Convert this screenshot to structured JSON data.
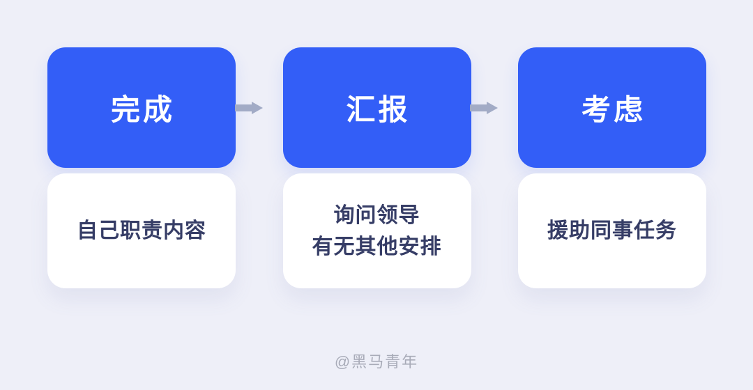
{
  "page": {
    "watermark": "@黑马青年"
  },
  "colors": {
    "background": "#EEEFF8",
    "primary_blue": "#335EF7",
    "card_white": "#FFFFFF",
    "body_text": "#363D66",
    "arrow_gray": "#A2ABC6",
    "watermark_gray": "#A8ABB8"
  },
  "cards": [
    {
      "title": "完成",
      "body_lines": [
        "自己职责内容"
      ]
    },
    {
      "title": "汇报",
      "body_lines": [
        "询问领导",
        "有无其他安排"
      ]
    },
    {
      "title": "考虑",
      "body_lines": [
        "援助同事任务"
      ]
    }
  ]
}
